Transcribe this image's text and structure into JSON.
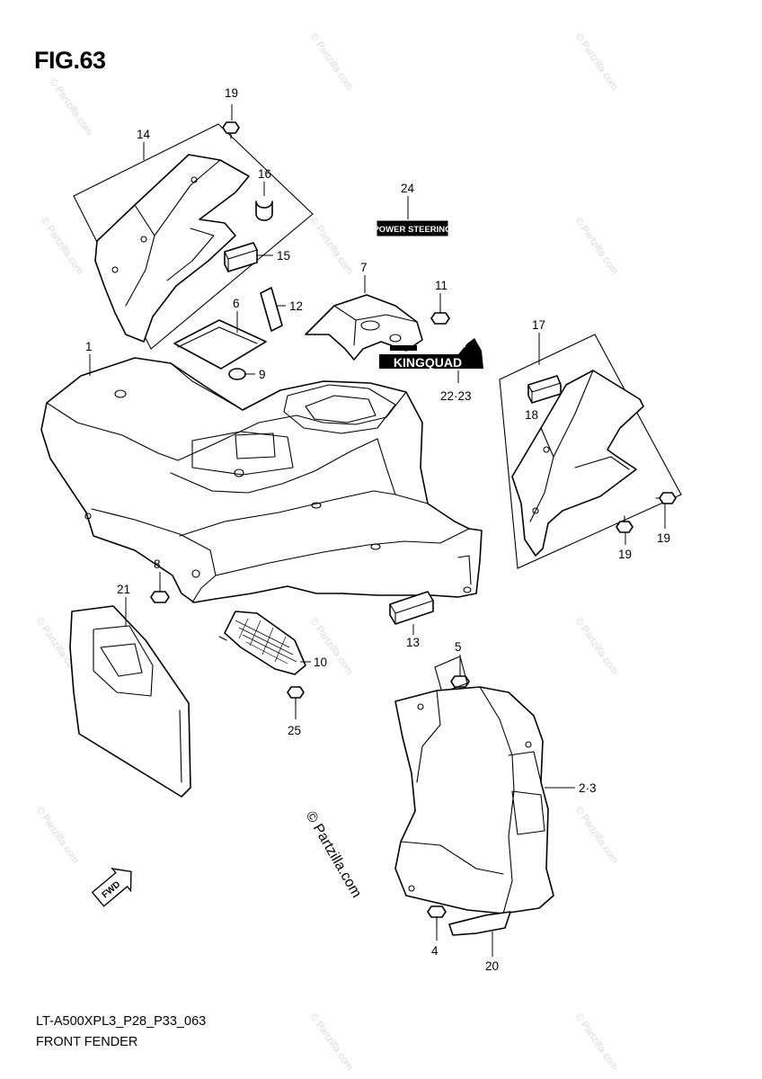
{
  "figure": {
    "title": "FIG.63",
    "model_code": "LT-A500XPL3_P28_P33_063",
    "section": "FRONT FENDER"
  },
  "watermark": {
    "main": "© Partzilla.com",
    "tile": "© Partzilla.com"
  },
  "decals": {
    "power_steering": "POWER STEERING",
    "kingquad": "KINGQUAD",
    "fwd": "FWD"
  },
  "callouts": {
    "c19a": "19",
    "c14": "14",
    "c16": "16",
    "c24": "24",
    "c15": "15",
    "c7": "7",
    "c11": "11",
    "c12": "12",
    "c6": "6",
    "c17": "17",
    "c1": "1",
    "c9": "9",
    "c22_23": "22·23",
    "c18": "18",
    "c19b": "19",
    "c19c": "19",
    "c8": "8",
    "c21": "21",
    "c13": "13",
    "c10": "10",
    "c5": "5",
    "c25": "25",
    "c2_3": "2·3",
    "c4": "4",
    "c20": "20"
  },
  "icons": [
    "fwd-arrow-icon"
  ]
}
